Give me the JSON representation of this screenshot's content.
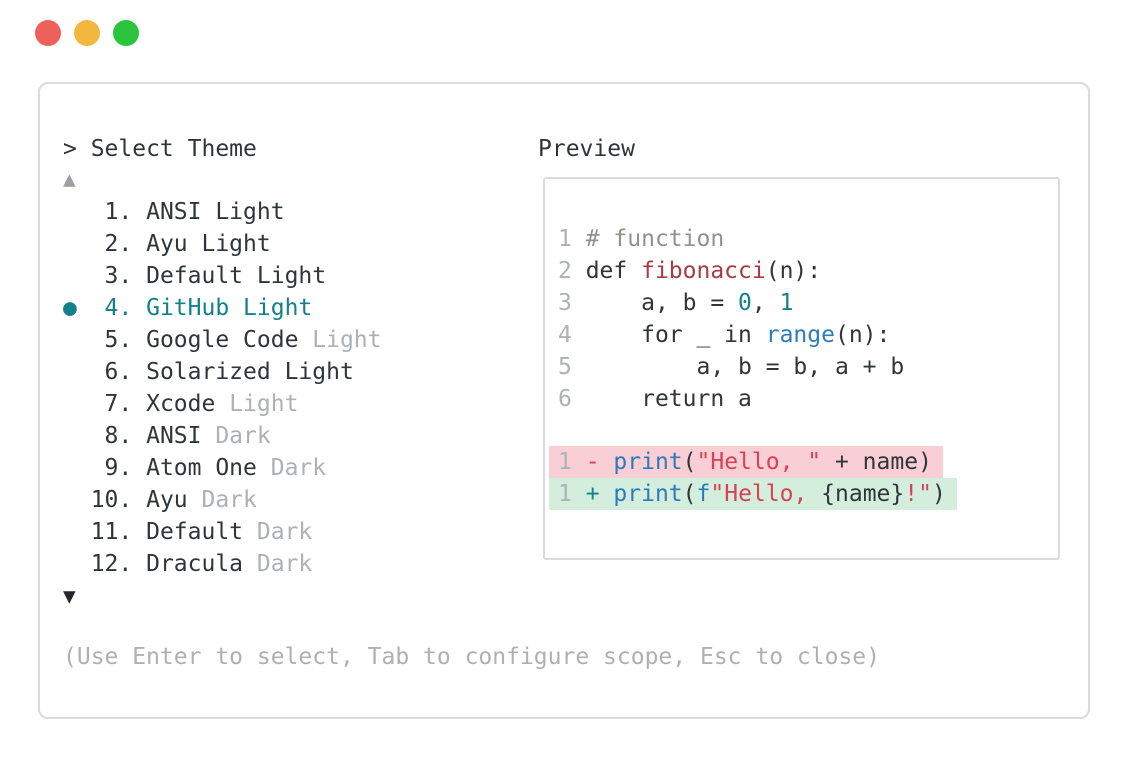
{
  "palette": {
    "ink": "#2f353a",
    "gray": "#adb1b5",
    "linenum": "#aeb2b6",
    "teal": "#12818b",
    "blue": "#2b7cbd",
    "func_red": "#a63c44",
    "string_red": "#da4056",
    "comment": "#8d948a",
    "diff_removed_bg": "#f9cfd5",
    "diff_added_bg": "#d4eedd",
    "border": "#dbdbdb",
    "arrow_up": "#9b9fa3",
    "arrow_down": "#24282d",
    "traffic_close": "#f0605a",
    "traffic_min": "#f2b73e",
    "traffic_zoom": "#2bc53d"
  },
  "window": {
    "buttons": [
      {
        "name": "close"
      },
      {
        "name": "minimize"
      },
      {
        "name": "zoom"
      }
    ]
  },
  "picker": {
    "prompt": "> Select Theme",
    "scroll_up_indicator": "▲",
    "scroll_down_indicator": "▼",
    "selected_bullet": "●",
    "items": [
      {
        "num": "1",
        "name": "ANSI Light",
        "variant": "",
        "selected": false
      },
      {
        "num": "2",
        "name": "Ayu Light",
        "variant": "",
        "selected": false
      },
      {
        "num": "3",
        "name": "Default Light",
        "variant": "",
        "selected": false
      },
      {
        "num": "4",
        "name": "GitHub Light",
        "variant": "",
        "selected": true
      },
      {
        "num": "5",
        "name": "Google Code",
        "variant": "Light",
        "selected": false
      },
      {
        "num": "6",
        "name": "Solarized Light",
        "variant": "",
        "selected": false
      },
      {
        "num": "7",
        "name": "Xcode",
        "variant": "Light",
        "selected": false
      },
      {
        "num": "8",
        "name": "ANSI",
        "variant": "Dark",
        "selected": false
      },
      {
        "num": "9",
        "name": "Atom One",
        "variant": "Dark",
        "selected": false
      },
      {
        "num": "10",
        "name": "Ayu",
        "variant": "Dark",
        "selected": false
      },
      {
        "num": "11",
        "name": "Default",
        "variant": "Dark",
        "selected": false
      },
      {
        "num": "12",
        "name": "Dracula",
        "variant": "Dark",
        "selected": false
      }
    ],
    "help_text": "(Use Enter to select, Tab to configure scope, Esc to close)"
  },
  "preview": {
    "label": "Preview",
    "code_lines": [
      {
        "num": "1",
        "tokens": [
          [
            "comment",
            "# function"
          ]
        ]
      },
      {
        "num": "2",
        "tokens": [
          [
            "text",
            "def "
          ],
          [
            "func",
            "fibonacci"
          ],
          [
            "text",
            "(n):"
          ]
        ]
      },
      {
        "num": "3",
        "tokens": [
          [
            "text",
            "    a, b = "
          ],
          [
            "number",
            "0"
          ],
          [
            "text",
            ", "
          ],
          [
            "number",
            "1"
          ]
        ]
      },
      {
        "num": "4",
        "tokens": [
          [
            "text",
            "    for _ in "
          ],
          [
            "builtin",
            "range"
          ],
          [
            "text",
            "(n):"
          ]
        ]
      },
      {
        "num": "5",
        "tokens": [
          [
            "text",
            "        a, b = b, a + b"
          ]
        ]
      },
      {
        "num": "6",
        "tokens": [
          [
            "text",
            "    return a"
          ]
        ]
      }
    ],
    "diff_lines": [
      {
        "num": "1",
        "kind": "removed",
        "tokens": [
          [
            "dmark-removed",
            "- "
          ],
          [
            "builtin",
            "print"
          ],
          [
            "text",
            "("
          ],
          [
            "string",
            "\"Hello, \""
          ],
          [
            "text",
            " + name)"
          ]
        ]
      },
      {
        "num": "1",
        "kind": "added",
        "tokens": [
          [
            "dmark-added",
            "+ "
          ],
          [
            "builtin",
            "print"
          ],
          [
            "text",
            "("
          ],
          [
            "builtin",
            "f"
          ],
          [
            "string",
            "\"Hello, "
          ],
          [
            "text",
            "{name}"
          ],
          [
            "string",
            "!\""
          ],
          [
            "text",
            ")"
          ]
        ]
      }
    ]
  }
}
